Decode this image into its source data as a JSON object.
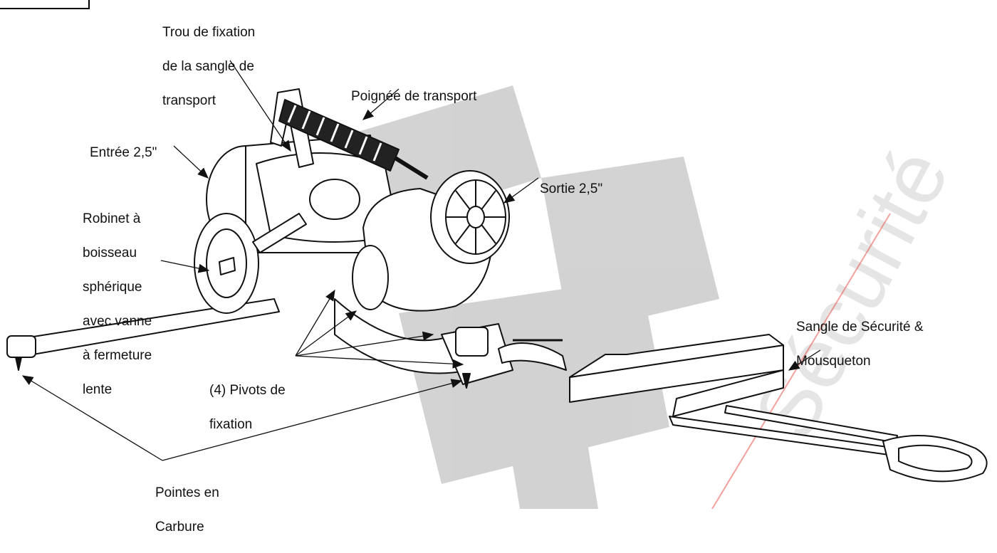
{
  "labels": {
    "strap_hole": [
      "Trou de fixation",
      "de la sangle de",
      "transport"
    ],
    "handle": [
      "Poignée de transport"
    ],
    "inlet": [
      "Entrée 2,5\""
    ],
    "outlet": [
      "Sortie 2,5\""
    ],
    "ball_valve": [
      "Robinet à",
      "boisseau",
      "sphérique",
      "avec vanne",
      "à fermeture",
      "lente"
    ],
    "safety_strap": [
      "Sangle de Sécurité &",
      "Mousqueton"
    ],
    "pivots": [
      "(4) Pivots de",
      "fixation"
    ],
    "carbide_tips": [
      "Pointes en",
      "Carbure"
    ]
  },
  "watermark": {
    "text": "Sécurité",
    "logo_color": "#808080",
    "text_color": "#9a9a9a",
    "accent_color": "#e8463c"
  },
  "colors": {
    "line": "#111111",
    "background": "#ffffff"
  }
}
